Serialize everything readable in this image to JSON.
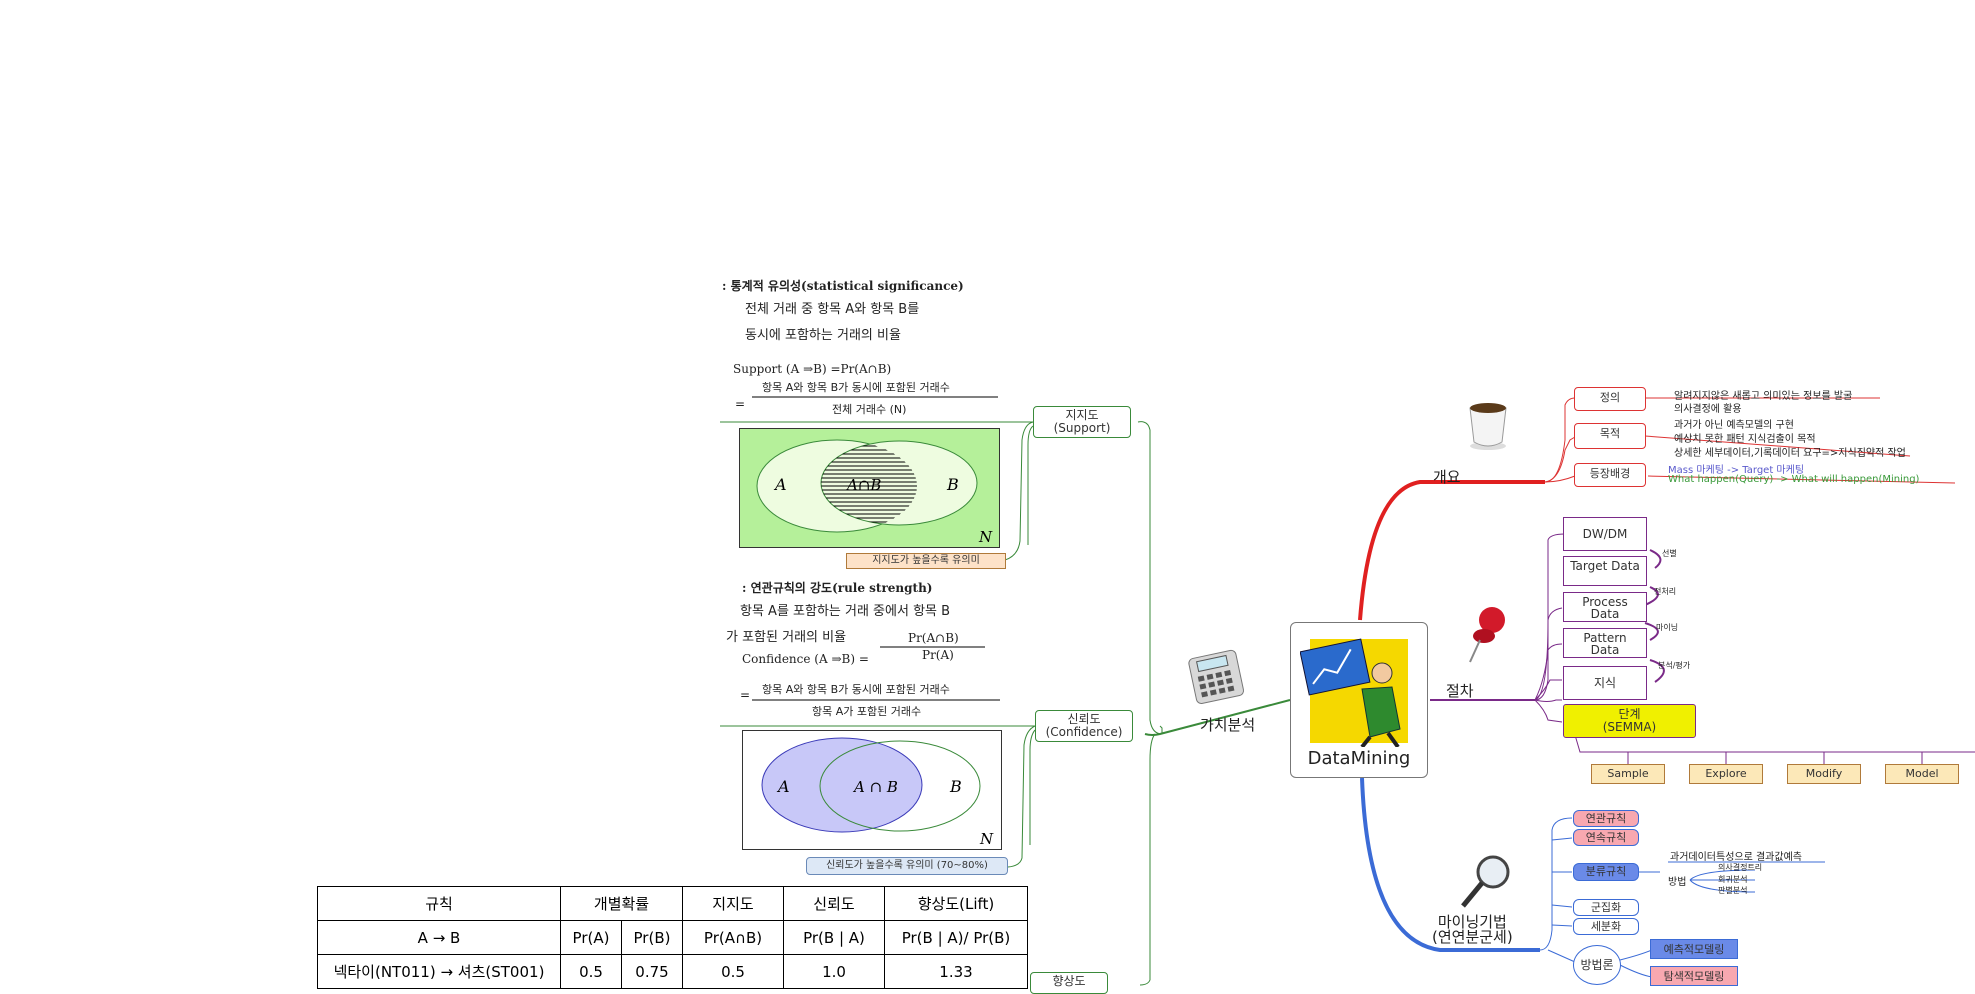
{
  "central": {
    "label": "DataMining"
  },
  "branches": {
    "overview": {
      "label": "개요"
    },
    "procedure": {
      "label": "절차"
    },
    "techniques": {
      "label": "마이닝기법",
      "sub": "(연연분군세)"
    },
    "value": {
      "label": "가치분석"
    }
  },
  "overview": {
    "definition": {
      "label": "정의",
      "notes": [
        "알려지지않은 새롭고 의미있는 정보를 발굴",
        "의사결정에 활용"
      ]
    },
    "purpose": {
      "label": "목적",
      "notes": [
        "과거가 아닌 예측모델의 구현",
        "예상치 못한 패턴 지식검출이 목적",
        "상세한 세부데이터,기록데이터 요구=>지식집약적 작업"
      ]
    },
    "background": {
      "label": "등장배경",
      "notes": [
        "Mass 마케팅 -> Target 마케팅",
        "What happen(Query) -> What will happen(Mining)"
      ]
    }
  },
  "procedure": {
    "steps": [
      "DW/DM",
      "Target Data",
      "Process Data",
      "Pattern Data",
      "지식"
    ],
    "arrows": [
      "선별",
      "전처리",
      "마이닝",
      "분석/평가"
    ],
    "semma": {
      "label": "단계",
      "sub": "(SEMMA)"
    },
    "phases": [
      "Sample",
      "Explore",
      "Modify",
      "Model"
    ]
  },
  "techniques": {
    "items": [
      "연관규칙",
      "연속규칙",
      "분류규칙",
      "군집화",
      "세분화"
    ],
    "classification_note": "과거데이터특성으로 결과값예측",
    "method": {
      "label": "방법",
      "options": [
        "의사결정트리",
        "회귀분석",
        "판별분석"
      ]
    },
    "methodology": {
      "label": "방법론",
      "options": [
        "예측적모델링",
        "탐색적모델링"
      ]
    }
  },
  "value": {
    "support": {
      "label": "지지도",
      "sub": "(Support)",
      "heading": ": 통계적 유의성(statistical significance)",
      "desc": [
        "전체 거래 중 항목 A와 항목 B를",
        "동시에 포함하는 거래의 비율"
      ],
      "formula": "Support (A ⇒B) =Pr(A∩B)",
      "numerator": "항목 A와 항목 B가 동시에 포함된 거래수",
      "denominator": "전체 거래수 (N)",
      "eq": "=",
      "venn": {
        "a": "A",
        "b": "B",
        "ab": "A∩B",
        "n": "N"
      },
      "note": "지지도가 높을수록 유의미"
    },
    "confidence": {
      "label": "신뢰도",
      "sub": "(Confidence)",
      "heading": ": 연관규칙의 강도(rule strength)",
      "desc": [
        "항목 A를 포함하는 거래 중에서 항목 B",
        "가 포함된 거래의 비율"
      ],
      "formula_left": "Confidence (A ⇒B) =",
      "frac_num": "Pr(A∩B)",
      "frac_den": "Pr(A)",
      "numerator": "항목 A와 항목 B가 동시에 포함된 거래수",
      "denominator": "항목 A가 포함된 거래수",
      "eq": "=",
      "venn": {
        "a": "A",
        "b": "B",
        "ab": "A ∩ B",
        "n": "N"
      },
      "note": "신뢰도가 높을수록 유의미 (70~80%)"
    },
    "lift": {
      "label": "향상도"
    }
  },
  "table": {
    "headers": [
      "규칙",
      "개별확률",
      "지지도",
      "신뢰도",
      "향상도(Lift)"
    ],
    "subheaders": [
      "A → B",
      "Pr(A)",
      "Pr(B)",
      "Pr(A∩B)",
      "Pr(B | A)",
      "Pr(B | A)/ Pr(B)"
    ],
    "rows": [
      [
        "넥타이(NT011) → 셔츠(ST001)",
        "0.5",
        "0.75",
        "0.5",
        "1.0",
        "1.33"
      ]
    ]
  },
  "colors": {
    "overview": "#e02020",
    "procedure": "#7a2a88",
    "techniques": "#3b6bd6",
    "value": "#3a8a3a"
  }
}
